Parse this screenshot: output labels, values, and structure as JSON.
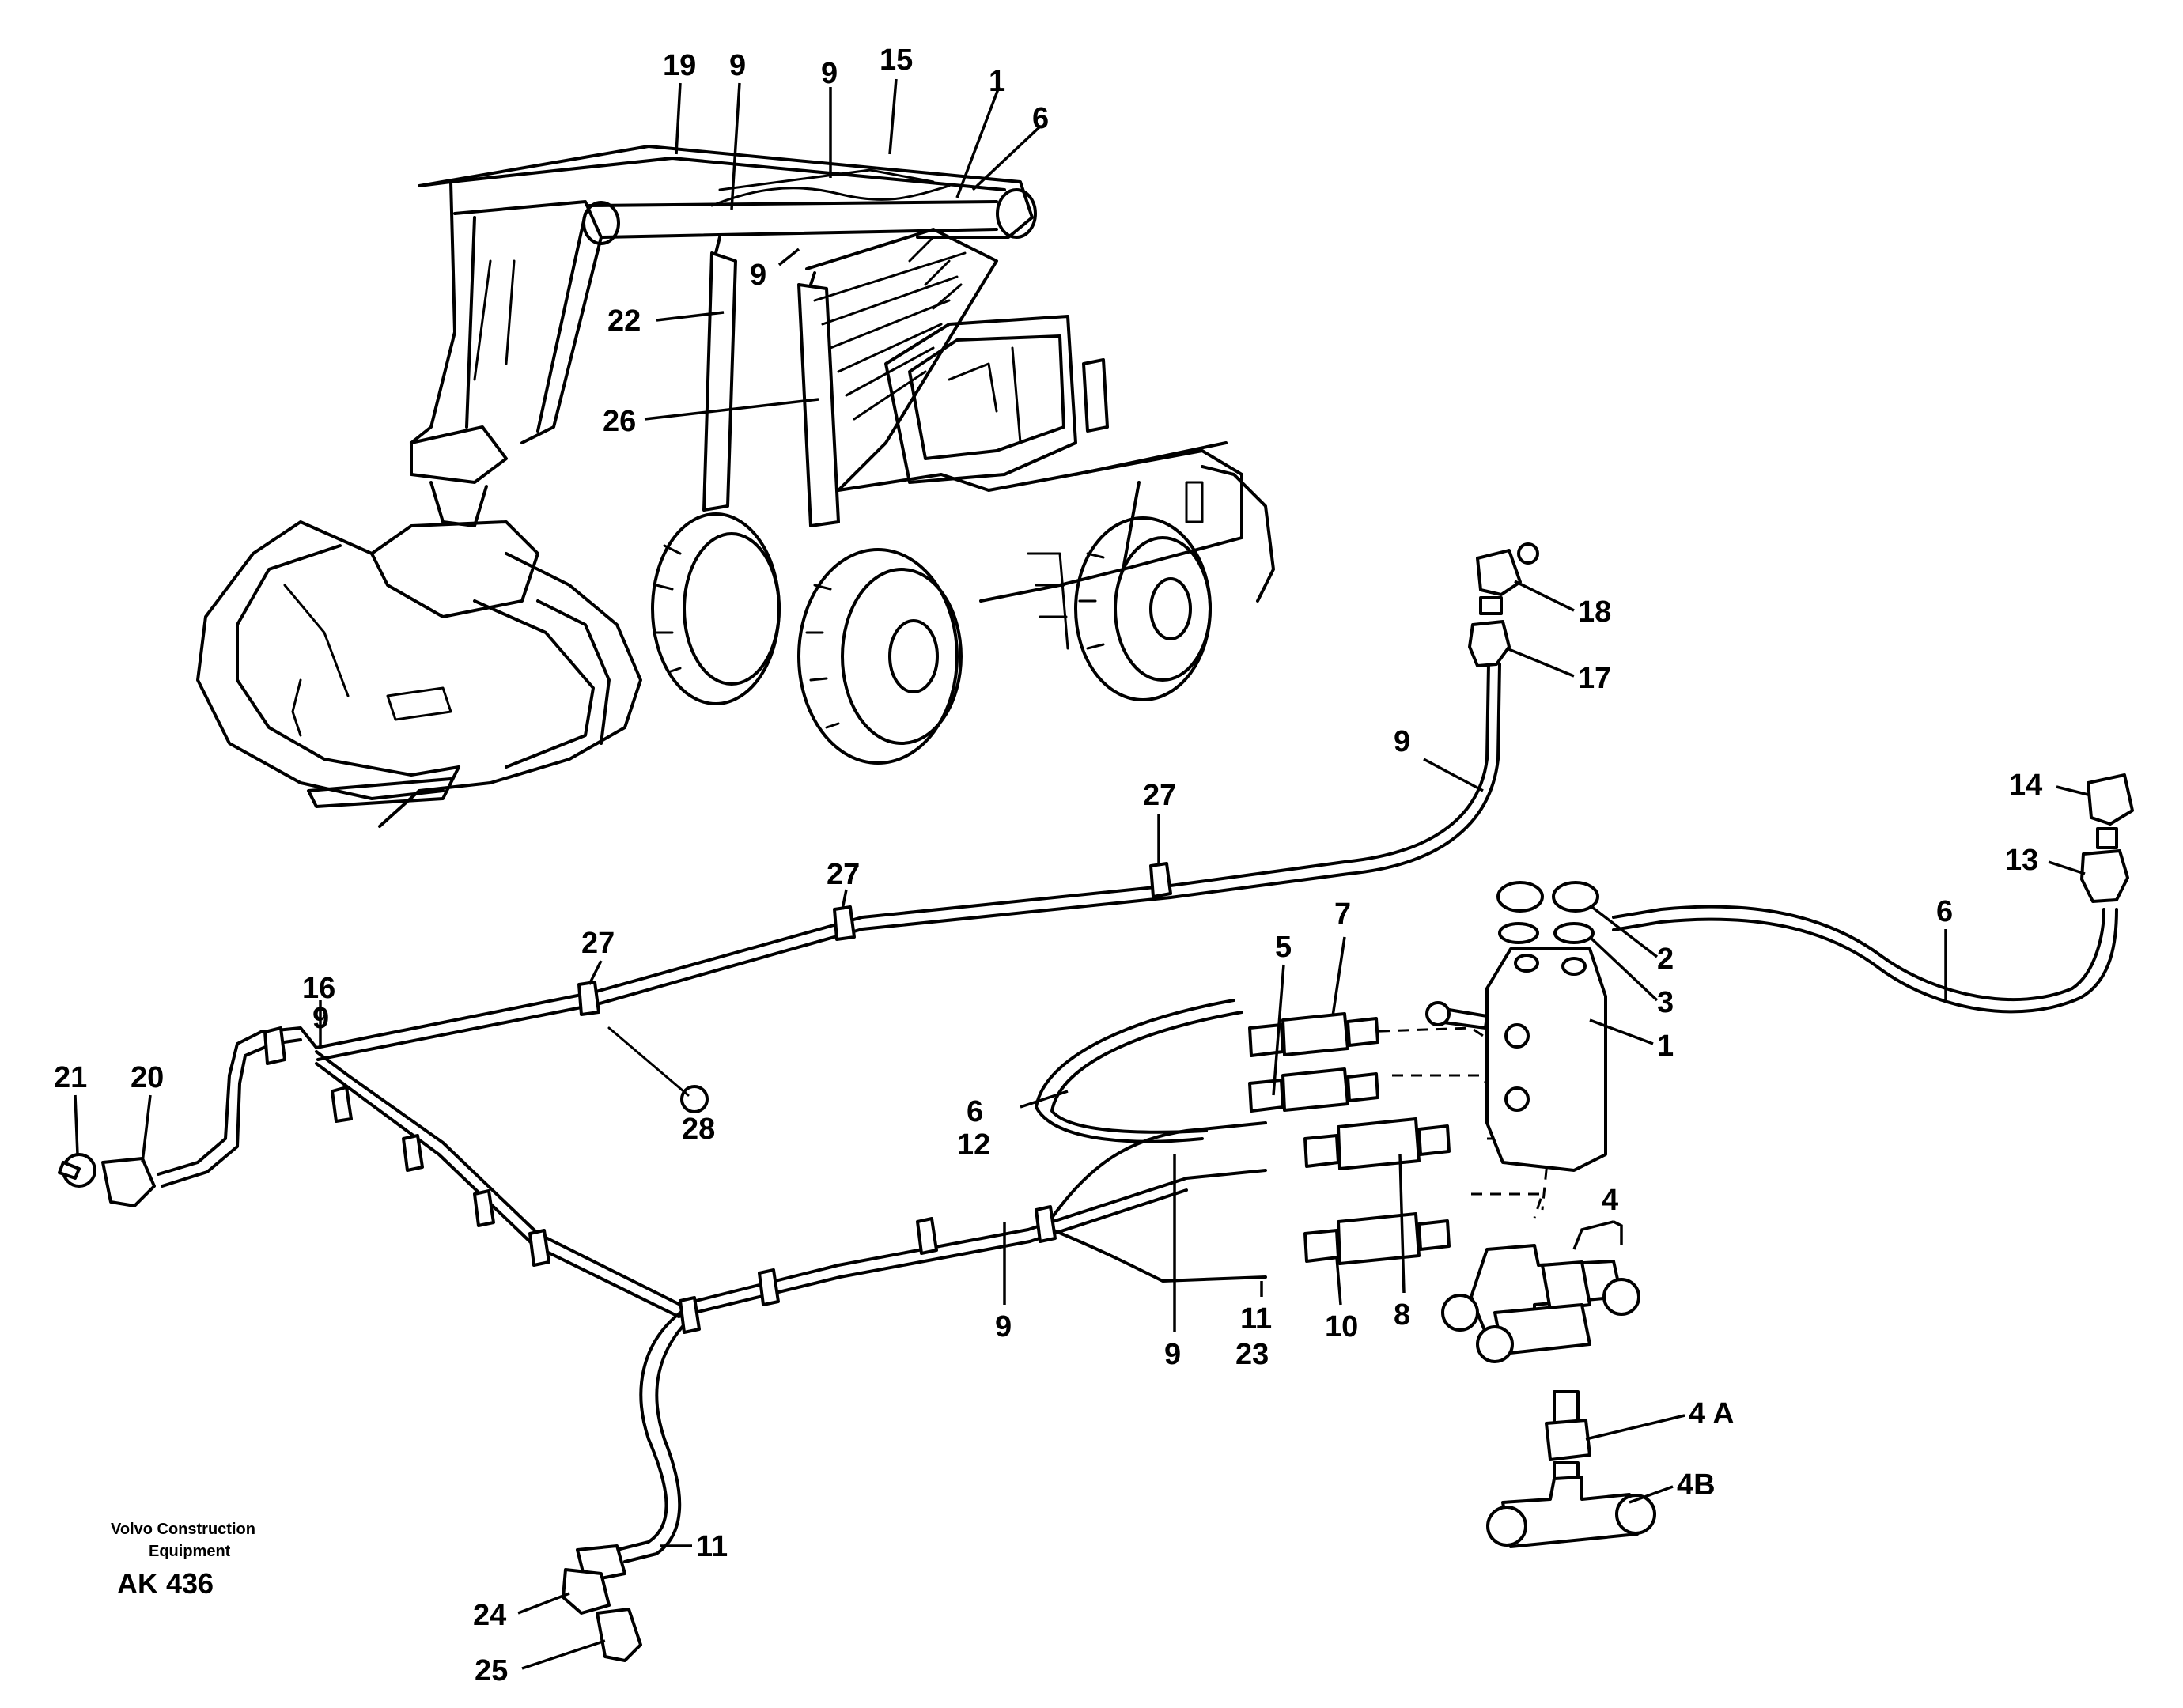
{
  "callouts": [
    {
      "id": "c19",
      "text": "19"
    },
    {
      "id": "c9a",
      "text": "9"
    },
    {
      "id": "c9b",
      "text": "9"
    },
    {
      "id": "c15",
      "text": "15"
    },
    {
      "id": "c1a",
      "text": "1"
    },
    {
      "id": "c6a",
      "text": "6"
    },
    {
      "id": "c9c",
      "text": "9"
    },
    {
      "id": "c22",
      "text": "22"
    },
    {
      "id": "c26",
      "text": "26"
    },
    {
      "id": "c18",
      "text": "18"
    },
    {
      "id": "c17",
      "text": "17"
    },
    {
      "id": "c9d",
      "text": "9"
    },
    {
      "id": "c27a",
      "text": "27"
    },
    {
      "id": "c14",
      "text": "14"
    },
    {
      "id": "c13",
      "text": "13"
    },
    {
      "id": "c27b",
      "text": "27"
    },
    {
      "id": "c7",
      "text": "7"
    },
    {
      "id": "c2",
      "text": "2"
    },
    {
      "id": "c6b",
      "text": "6"
    },
    {
      "id": "c27c",
      "text": "27"
    },
    {
      "id": "c5",
      "text": "5"
    },
    {
      "id": "c3",
      "text": "3"
    },
    {
      "id": "c16",
      "text": "16"
    },
    {
      "id": "c9e",
      "text": "9"
    },
    {
      "id": "c1b",
      "text": "1"
    },
    {
      "id": "c21",
      "text": "21"
    },
    {
      "id": "c20",
      "text": "20"
    },
    {
      "id": "c28",
      "text": "28"
    },
    {
      "id": "c6c",
      "text": "6"
    },
    {
      "id": "c12",
      "text": "12"
    },
    {
      "id": "c4",
      "text": "4"
    },
    {
      "id": "c8",
      "text": "8"
    },
    {
      "id": "c9f",
      "text": "9"
    },
    {
      "id": "c10",
      "text": "10"
    },
    {
      "id": "c9g",
      "text": "9"
    },
    {
      "id": "c11a",
      "text": "11"
    },
    {
      "id": "c23",
      "text": "23"
    },
    {
      "id": "c4A",
      "text": "4 A"
    },
    {
      "id": "c4B",
      "text": "4B"
    },
    {
      "id": "c11b",
      "text": "11"
    },
    {
      "id": "c24",
      "text": "24"
    },
    {
      "id": "c25",
      "text": "25"
    }
  ],
  "footer": {
    "company_line1": "Volvo Construction",
    "company_line2": "Equipment",
    "figure_code": "AK 436"
  }
}
